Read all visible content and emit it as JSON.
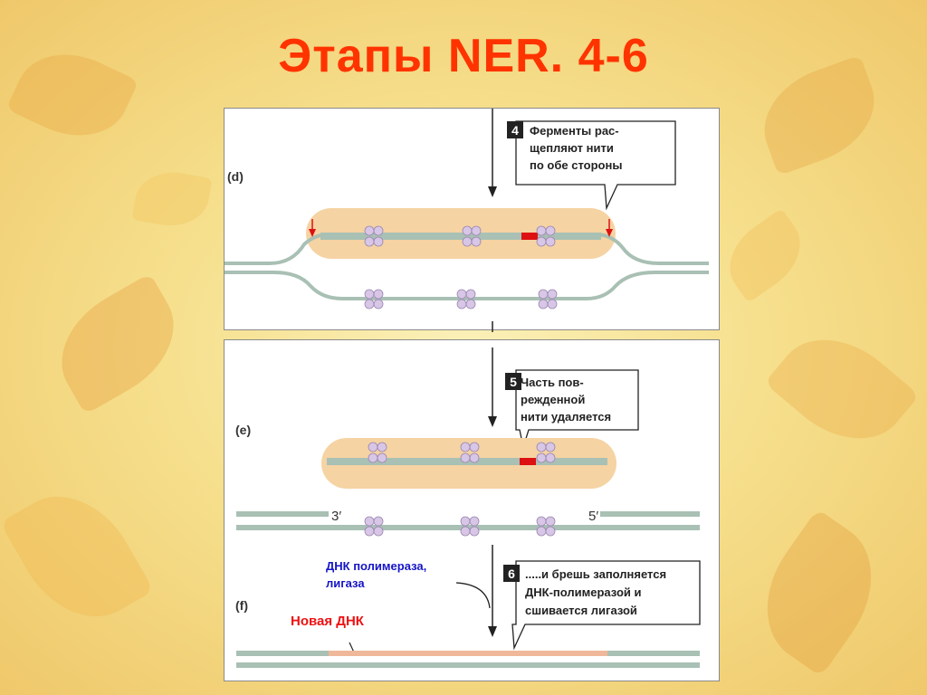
{
  "slide": {
    "title": "Этапы NER. 4-6"
  },
  "panel_d": {
    "label": "(d)",
    "step_number": "4",
    "callout_lines": [
      "Ферменты рас-",
      "щепляют нити",
      "по обе стороны"
    ]
  },
  "panel_e": {
    "label": "(e)",
    "step_number": "5",
    "callout_lines": [
      "Часть пов-",
      "режденной",
      "нити удаляется"
    ],
    "end_label_3": "3′",
    "end_label_5": "5′"
  },
  "panel_f": {
    "label": "(f)",
    "step_number": "6",
    "callout_lines": [
      ".....и брешь заполняется",
      "ДНК-полимеразой и",
      "сшивается лигазой"
    ],
    "enzyme_label_lines": [
      "ДНК полимераза,",
      "лигаза"
    ],
    "new_dna_label": "Новая ДНК"
  },
  "colors": {
    "title": "#ff3300",
    "dna_strand": "#a9c0b4",
    "damage": "#dd1111",
    "highlight": "#f5d3a3",
    "new_dna": "#efb89a",
    "protein": "#d8c6e6",
    "enzyme_label": "#1414c8",
    "new_dna_label": "#ee1111"
  }
}
